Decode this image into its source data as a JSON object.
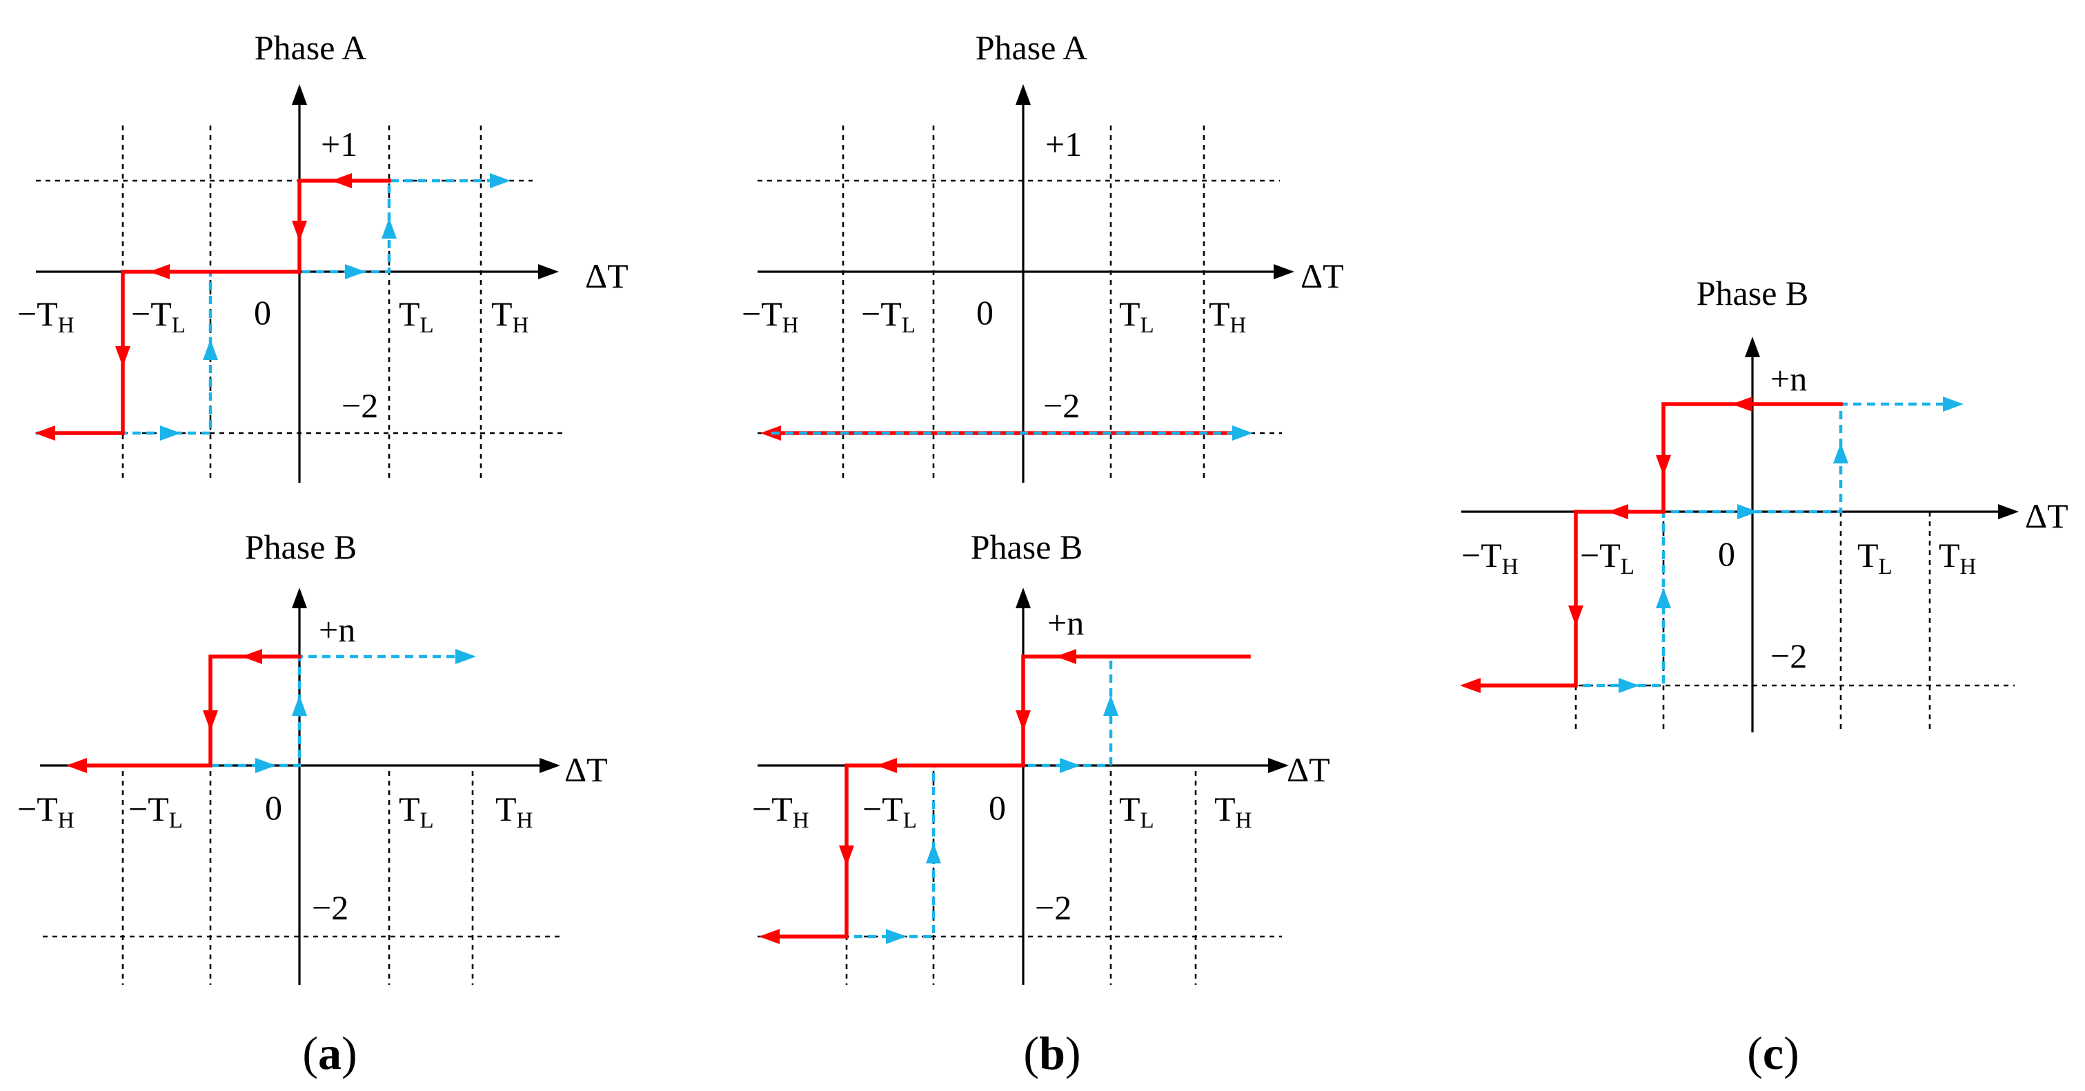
{
  "colors": {
    "red_path": "#ff0000",
    "blue_path": "#1ab3ea",
    "axis": "#000000",
    "grid": "#000000"
  },
  "symbols": {
    "delta_t": "ΔT",
    "neg_t_h": "−T",
    "neg_t_l": "−T",
    "t_l": "T",
    "t_h": "T",
    "sub_h": "H",
    "sub_l": "L",
    "zero": "0",
    "plus_one": "+1",
    "plus_n": "+n",
    "minus_two": "−2"
  },
  "panels": [
    {
      "caption": "(a)",
      "plots": [
        {
          "title": "Phase A",
          "upper_level": "+1",
          "lower_level": "−2"
        },
        {
          "title": "Phase B",
          "upper_level": "+n",
          "lower_level": "−2"
        }
      ]
    },
    {
      "caption": "(b)",
      "plots": [
        {
          "title": "Phase A",
          "upper_level": "+1",
          "lower_level": "−2"
        },
        {
          "title": "Phase B",
          "upper_level": "+n",
          "lower_level": "−2"
        }
      ]
    },
    {
      "caption": "(c)",
      "plots": [
        {
          "title": "Phase B",
          "upper_level": "+n",
          "lower_level": "−2"
        }
      ]
    }
  ]
}
